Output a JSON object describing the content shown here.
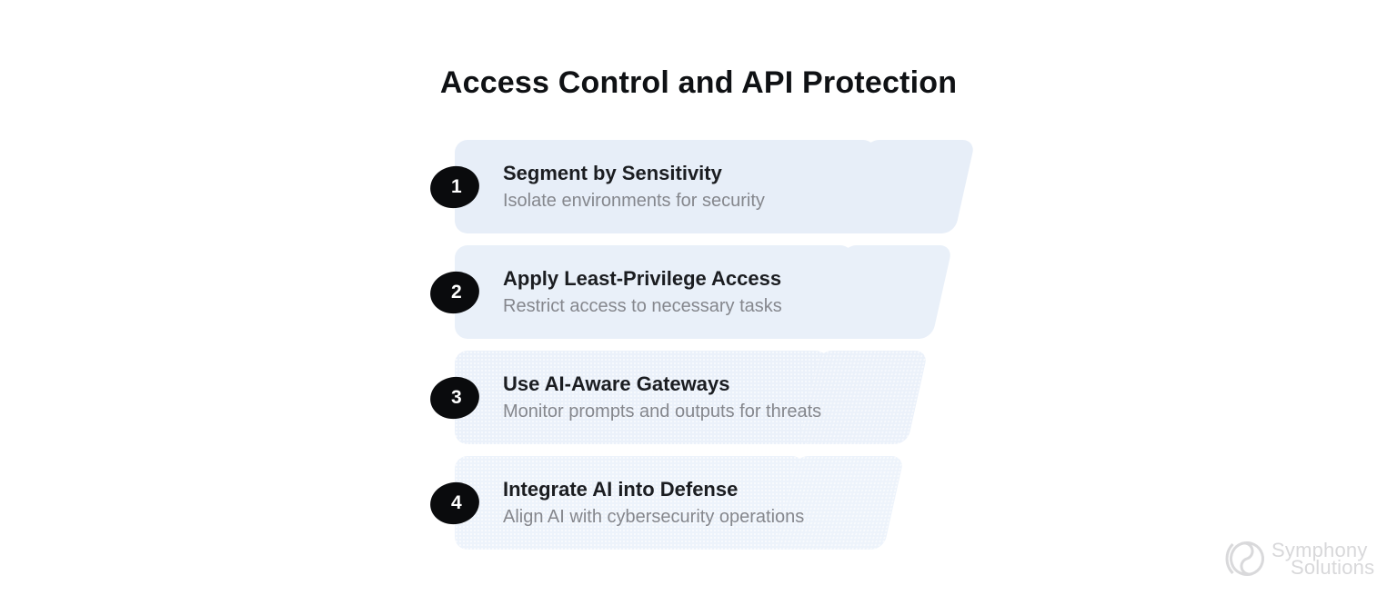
{
  "title": "Access Control and API Protection",
  "steps": [
    {
      "number": "1",
      "title": "Segment by Sensitivity",
      "description": "Isolate environments for security",
      "bg": "#E7EEF8"
    },
    {
      "number": "2",
      "title": "Apply Least-Privilege Access",
      "description": "Restrict access to necessary tasks",
      "bg": "#E9F0F9"
    },
    {
      "number": "3",
      "title": "Use AI-Aware Gateways",
      "description": "Monitor prompts and outputs for threats",
      "bg": "#EBF1FA"
    },
    {
      "number": "4",
      "title": "Integrate AI into Defense",
      "description": "Align AI with cybersecurity operations",
      "bg": "#EDF3FB"
    }
  ],
  "logo": {
    "line1": "Symphony",
    "line2": "Solutions"
  },
  "colors": {
    "canvas": "#FFFFFF",
    "heading": "#0F1114",
    "badge": "#0A0B0D",
    "badge_number": "#FFFFFF",
    "step_title": "#1B1D21",
    "step_description": "#85878D",
    "logo_gray": "#D8D8DA"
  }
}
